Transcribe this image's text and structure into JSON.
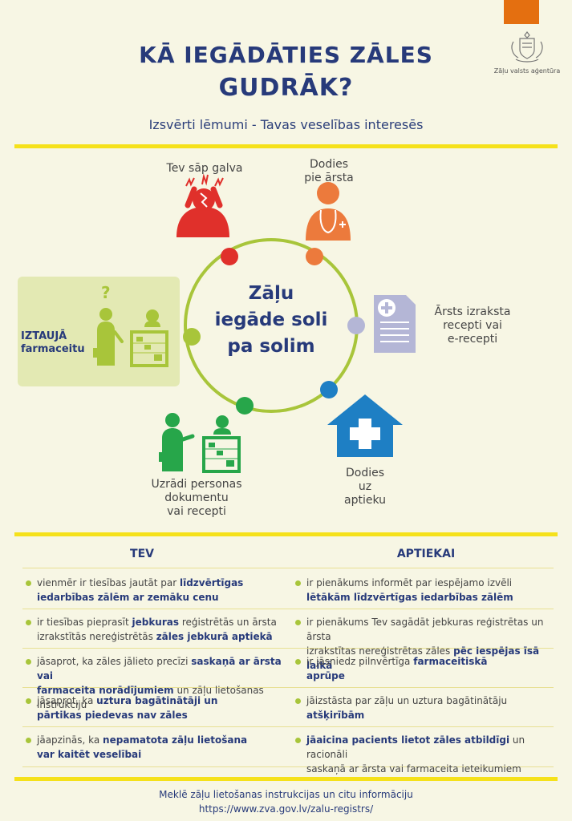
{
  "header": {
    "title_line1": "KĀ IEGĀDĀTIES ZĀLES",
    "title_line2": "GUDRĀK?",
    "subtitle": "Izsvērti lēmumi - Tavas veselības interesēs",
    "agency": "Zāļu valsts aģentūra"
  },
  "cycle": {
    "center_line1": "Zāļu",
    "center_line2": "iegāde soli",
    "center_line3": "pa solim",
    "steps": [
      {
        "line1": "Tev sāp galva",
        "line2": "",
        "line3": ""
      },
      {
        "line1": "Dodies",
        "line2": "pie ārsta",
        "line3": ""
      },
      {
        "line1": "Ārsts izraksta",
        "line2": "recepti vai",
        "line3": "e-recepti"
      },
      {
        "line1": "Dodies",
        "line2": "uz",
        "line3": "aptieku"
      },
      {
        "line1": "Uzrādi personas",
        "line2": "dokumentu",
        "line3": "vai recepti"
      },
      {
        "line1": "IZTAUJĀ",
        "line2": "farmaceitu",
        "line3": ""
      }
    ],
    "colors": {
      "red": "#e0302b",
      "orange": "#ec7a3c",
      "gray": "#b4b6d6",
      "blue": "#1e7fc4",
      "green": "#27a64a",
      "lime": "#a8c53a"
    }
  },
  "columns": {
    "left_head": "TEV",
    "right_head": "APTIEKAI",
    "left_items": [
      {
        "a": "vienmēr ir tiesības jautāt par ",
        "b": "līdzvērtīgas",
        "c": "",
        "d": "iedarbības zālēm ar zemāku cenu",
        "e": ""
      },
      {
        "a": "ir tiesības pieprasīt ",
        "b": "jebkuras",
        "c": " reģistrētās un ārsta",
        "d": "izrakstītās nereģistrētās ",
        "e": "zāles jebkurā aptiekā"
      },
      {
        "a": "jāsaprot, ka zāles jālieto  precīzi  ",
        "b": "saskaņā ar ārsta vai",
        "c": "",
        "d": "farmaceita norādījumiem",
        "e": " un zāļu lietošanas instrukciju"
      },
      {
        "a": "jāsaprot, ka ",
        "b": "uztura bagātinātāji un",
        "c": "",
        "d": "pārtikas piedevas nav zāles",
        "e": ""
      },
      {
        "a": "jāapzinās, ka ",
        "b": "nepamatota zāļu lietošana",
        "c": "",
        "d": "var kaitēt veselībai",
        "e": ""
      }
    ],
    "right_items": [
      {
        "a": "ir pienākums informēt par iespējamo izvēli",
        "b": "",
        "c": "",
        "d": "lētākām līdzvērtīgas iedarbības zālēm",
        "e": ""
      },
      {
        "a": "ir pienākums Tev sagādāt jebkuras reģistrētas un ārsta",
        "b": "",
        "c": "",
        "d": "izrakstītas nereģistrētas zāles ",
        "e": "pēc iespējas īsā laikā"
      },
      {
        "a": "ir jāsniedz pilnvērtīga ",
        "b": "farmaceitiskā",
        "c": "",
        "d": "aprūpe",
        "e": ""
      },
      {
        "a": "jāizstāsta par zāļu un uztura bagātinātāju",
        "b": "",
        "c": "",
        "d": "atšķirībām",
        "e": ""
      },
      {
        "a": "",
        "b": "jāaicina pacients lietot zāles atbildīgi",
        "c": " un racionāli",
        "d": "saskaņā ar ārsta vai farmaceita ieteikumiem",
        "e": ""
      }
    ]
  },
  "footer": {
    "line1": "Meklē zāļu lietošanas instrukcijas un citu informāciju",
    "line2": "https://www.zva.gov.lv/zalu-registrs/"
  }
}
